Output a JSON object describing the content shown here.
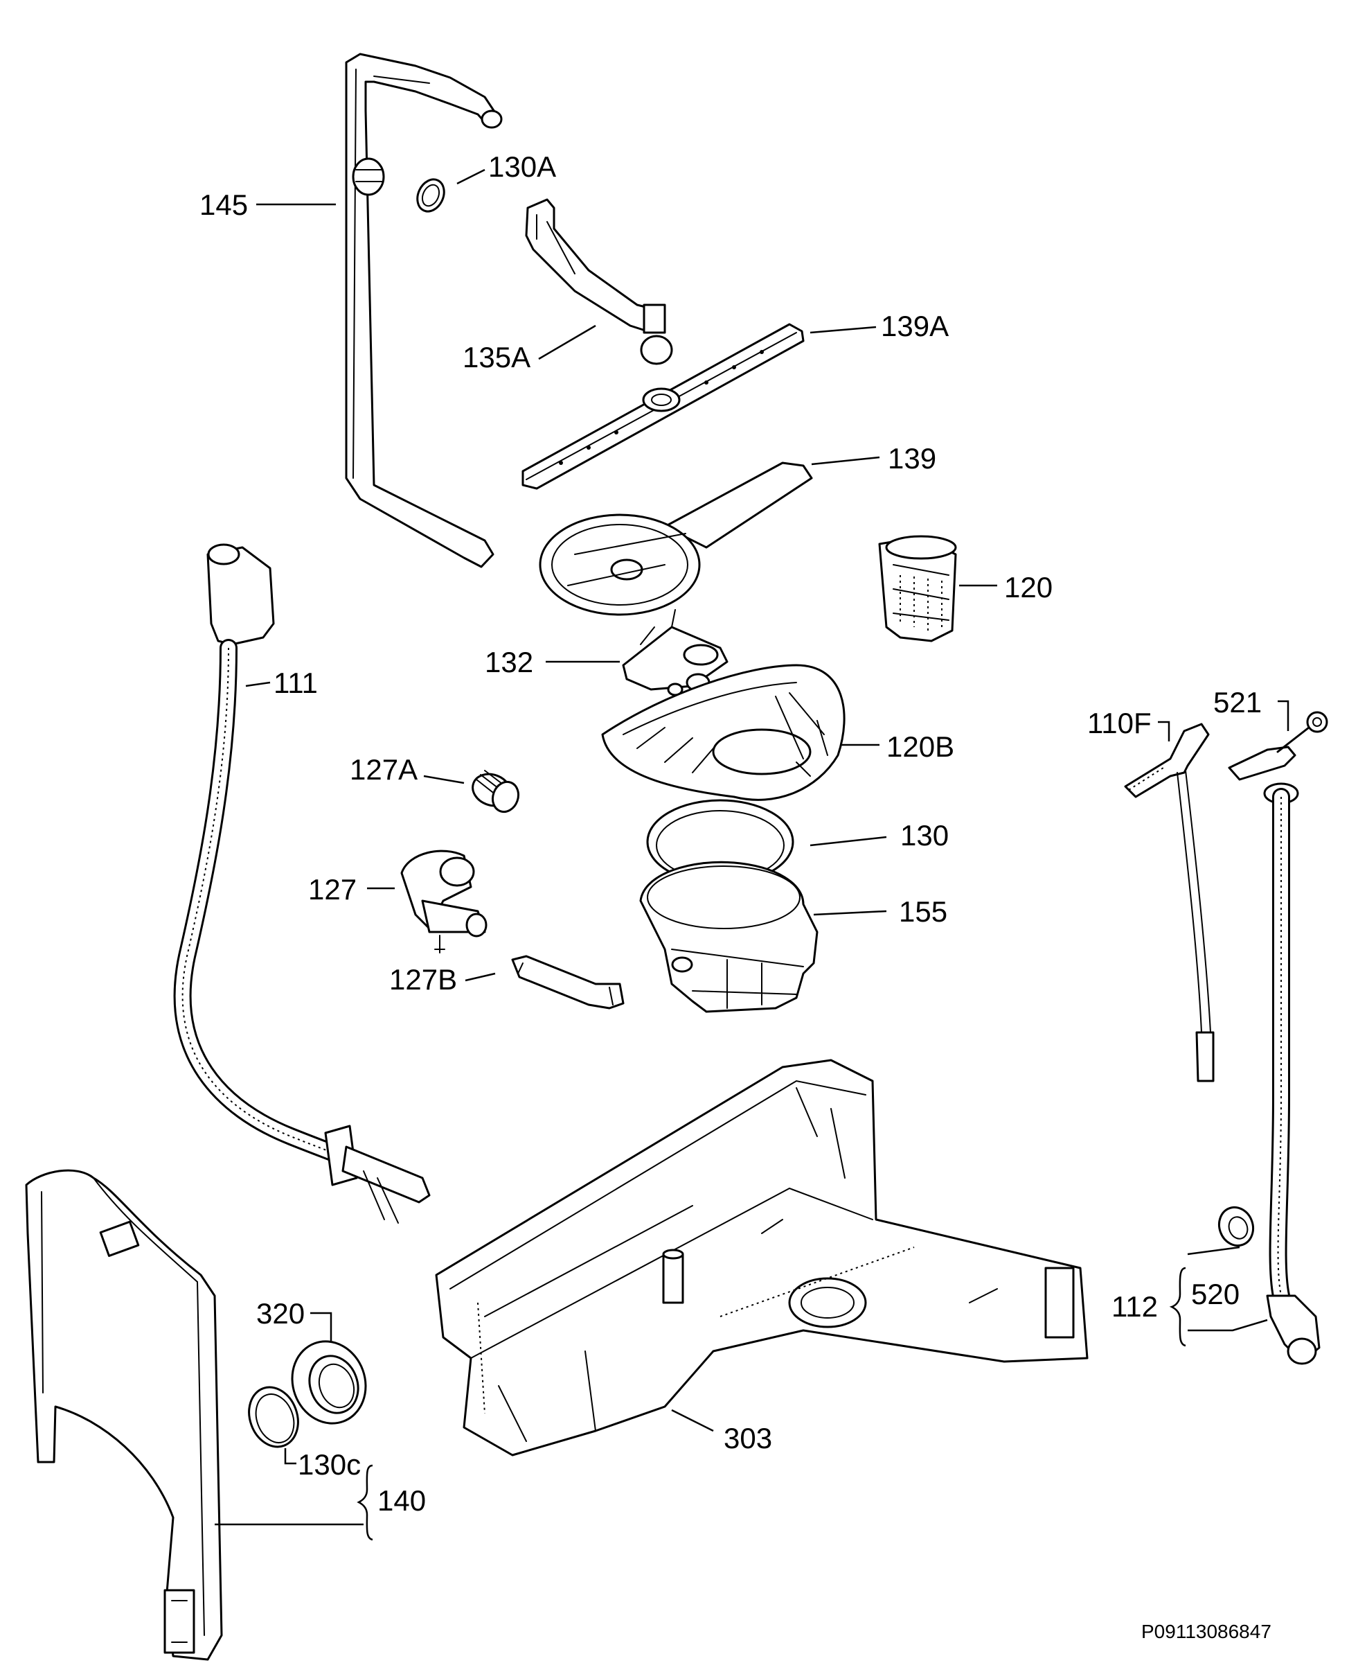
{
  "diagram": {
    "reference_code": "P09113086847",
    "parts": [
      {
        "id": "145",
        "label": "145"
      },
      {
        "id": "130A",
        "label": "130A"
      },
      {
        "id": "135A",
        "label": "135A"
      },
      {
        "id": "139A",
        "label": "139A"
      },
      {
        "id": "139",
        "label": "139"
      },
      {
        "id": "120",
        "label": "120"
      },
      {
        "id": "111",
        "label": "111"
      },
      {
        "id": "132",
        "label": "132"
      },
      {
        "id": "120B",
        "label": "120B"
      },
      {
        "id": "127A",
        "label": "127A"
      },
      {
        "id": "130",
        "label": "130"
      },
      {
        "id": "127",
        "label": "127"
      },
      {
        "id": "155",
        "label": "155"
      },
      {
        "id": "127B",
        "label": "127B"
      },
      {
        "id": "110F",
        "label": "110F"
      },
      {
        "id": "521",
        "label": "521"
      },
      {
        "id": "320",
        "label": "320"
      },
      {
        "id": "130c",
        "label": "130c"
      },
      {
        "id": "140",
        "label": "140"
      },
      {
        "id": "303",
        "label": "303"
      },
      {
        "id": "520",
        "label": "520"
      },
      {
        "id": "112",
        "label": "112"
      }
    ]
  }
}
